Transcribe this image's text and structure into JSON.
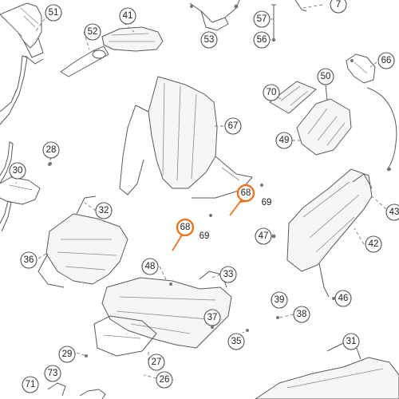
{
  "diagram": {
    "callouts": [
      {
        "id": "c51",
        "label": "51",
        "style": "circle"
      },
      {
        "id": "c41",
        "label": "41",
        "style": "circle"
      },
      {
        "id": "c52",
        "label": "52",
        "style": "circle"
      },
      {
        "id": "c57",
        "label": "57",
        "style": "circle"
      },
      {
        "id": "c56",
        "label": "56",
        "style": "circle"
      },
      {
        "id": "c53",
        "label": "53",
        "style": "circle"
      },
      {
        "id": "c7",
        "label": "7",
        "style": "circle"
      },
      {
        "id": "c66",
        "label": "66",
        "style": "circle"
      },
      {
        "id": "c50",
        "label": "50",
        "style": "circle"
      },
      {
        "id": "c70",
        "label": "70",
        "style": "circle"
      },
      {
        "id": "c67",
        "label": "67",
        "style": "circle"
      },
      {
        "id": "c49",
        "label": "49",
        "style": "circle"
      },
      {
        "id": "c28",
        "label": "28",
        "style": "circle"
      },
      {
        "id": "c30",
        "label": "30",
        "style": "circle"
      },
      {
        "id": "c32",
        "label": "32",
        "style": "circle"
      },
      {
        "id": "c68a",
        "label": "68",
        "style": "highlight"
      },
      {
        "id": "c69a",
        "label": "69",
        "style": "plain"
      },
      {
        "id": "c68b",
        "label": "68",
        "style": "highlight"
      },
      {
        "id": "c69b",
        "label": "69",
        "style": "plain"
      },
      {
        "id": "c43",
        "label": "43",
        "style": "circle"
      },
      {
        "id": "c47",
        "label": "47",
        "style": "circle"
      },
      {
        "id": "c42",
        "label": "42",
        "style": "circle"
      },
      {
        "id": "c36",
        "label": "36",
        "style": "circle"
      },
      {
        "id": "c48",
        "label": "48",
        "style": "circle"
      },
      {
        "id": "c33",
        "label": "33",
        "style": "circle"
      },
      {
        "id": "c39",
        "label": "39",
        "style": "circle"
      },
      {
        "id": "c38",
        "label": "38",
        "style": "circle"
      },
      {
        "id": "c46",
        "label": "46",
        "style": "circle"
      },
      {
        "id": "c37",
        "label": "37",
        "style": "circle"
      },
      {
        "id": "c35",
        "label": "35",
        "style": "circle"
      },
      {
        "id": "c31",
        "label": "31",
        "style": "circle"
      },
      {
        "id": "c29",
        "label": "29",
        "style": "circle"
      },
      {
        "id": "c27",
        "label": "27",
        "style": "circle"
      },
      {
        "id": "c26",
        "label": "26",
        "style": "circle"
      },
      {
        "id": "c71",
        "label": "71",
        "style": "circle"
      },
      {
        "id": "c73",
        "label": "73",
        "style": "circle"
      }
    ],
    "colors": {
      "highlight": "#e87722",
      "line": "#5a5a5a",
      "background": "#ffffff"
    }
  }
}
